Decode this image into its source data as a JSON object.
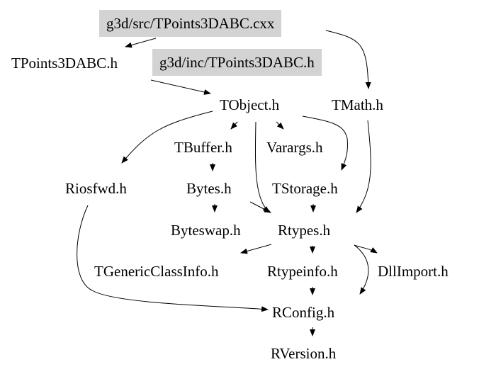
{
  "diagram": {
    "title": "Include dependency graph for TPoints3DABC.cxx",
    "nodes": [
      {
        "id": "src",
        "label": "g3d/src/TPoints3DABC.cxx",
        "highlight": true
      },
      {
        "id": "tpointsh",
        "label": "TPoints3DABC.h",
        "highlight": false
      },
      {
        "id": "inc",
        "label": "g3d/inc/TPoints3DABC.h",
        "highlight": true
      },
      {
        "id": "tobject",
        "label": "TObject.h",
        "highlight": false
      },
      {
        "id": "tmath",
        "label": "TMath.h",
        "highlight": false
      },
      {
        "id": "tbuffer",
        "label": "TBuffer.h",
        "highlight": false
      },
      {
        "id": "varargs",
        "label": "Varargs.h",
        "highlight": false
      },
      {
        "id": "riosfwd",
        "label": "Riosfwd.h",
        "highlight": false
      },
      {
        "id": "bytes",
        "label": "Bytes.h",
        "highlight": false
      },
      {
        "id": "tstorage",
        "label": "TStorage.h",
        "highlight": false
      },
      {
        "id": "byteswap",
        "label": "Byteswap.h",
        "highlight": false
      },
      {
        "id": "rtypes",
        "label": "Rtypes.h",
        "highlight": false
      },
      {
        "id": "tgeneric",
        "label": "TGenericClassInfo.h",
        "highlight": false
      },
      {
        "id": "rtypeinfo",
        "label": "Rtypeinfo.h",
        "highlight": false
      },
      {
        "id": "dllimport",
        "label": "DllImport.h",
        "highlight": false
      },
      {
        "id": "rconfig",
        "label": "RConfig.h",
        "highlight": false
      },
      {
        "id": "rversion",
        "label": "RVersion.h",
        "highlight": false
      }
    ],
    "edges": [
      {
        "from": "src",
        "to": "tpointsh"
      },
      {
        "from": "src",
        "to": "tmath"
      },
      {
        "from": "inc",
        "to": "tobject"
      },
      {
        "from": "tobject",
        "to": "riosfwd"
      },
      {
        "from": "tobject",
        "to": "tbuffer"
      },
      {
        "from": "tobject",
        "to": "varargs"
      },
      {
        "from": "tobject",
        "to": "tstorage"
      },
      {
        "from": "tobject",
        "to": "rtypes"
      },
      {
        "from": "tmath",
        "to": "rtypes"
      },
      {
        "from": "tbuffer",
        "to": "bytes"
      },
      {
        "from": "bytes",
        "to": "byteswap"
      },
      {
        "from": "bytes",
        "to": "rtypes"
      },
      {
        "from": "tstorage",
        "to": "rtypes"
      },
      {
        "from": "rtypes",
        "to": "tgeneric"
      },
      {
        "from": "rtypes",
        "to": "rtypeinfo"
      },
      {
        "from": "rtypes",
        "to": "dllimport"
      },
      {
        "from": "rtypes",
        "to": "rconfig"
      },
      {
        "from": "rtypeinfo",
        "to": "rconfig"
      },
      {
        "from": "riosfwd",
        "to": "rconfig"
      },
      {
        "from": "rconfig",
        "to": "rversion"
      }
    ],
    "colors": {
      "highlight_fill": "#d3d3d3",
      "edge": "#000000",
      "text": "#000000",
      "background": "#ffffff"
    }
  }
}
